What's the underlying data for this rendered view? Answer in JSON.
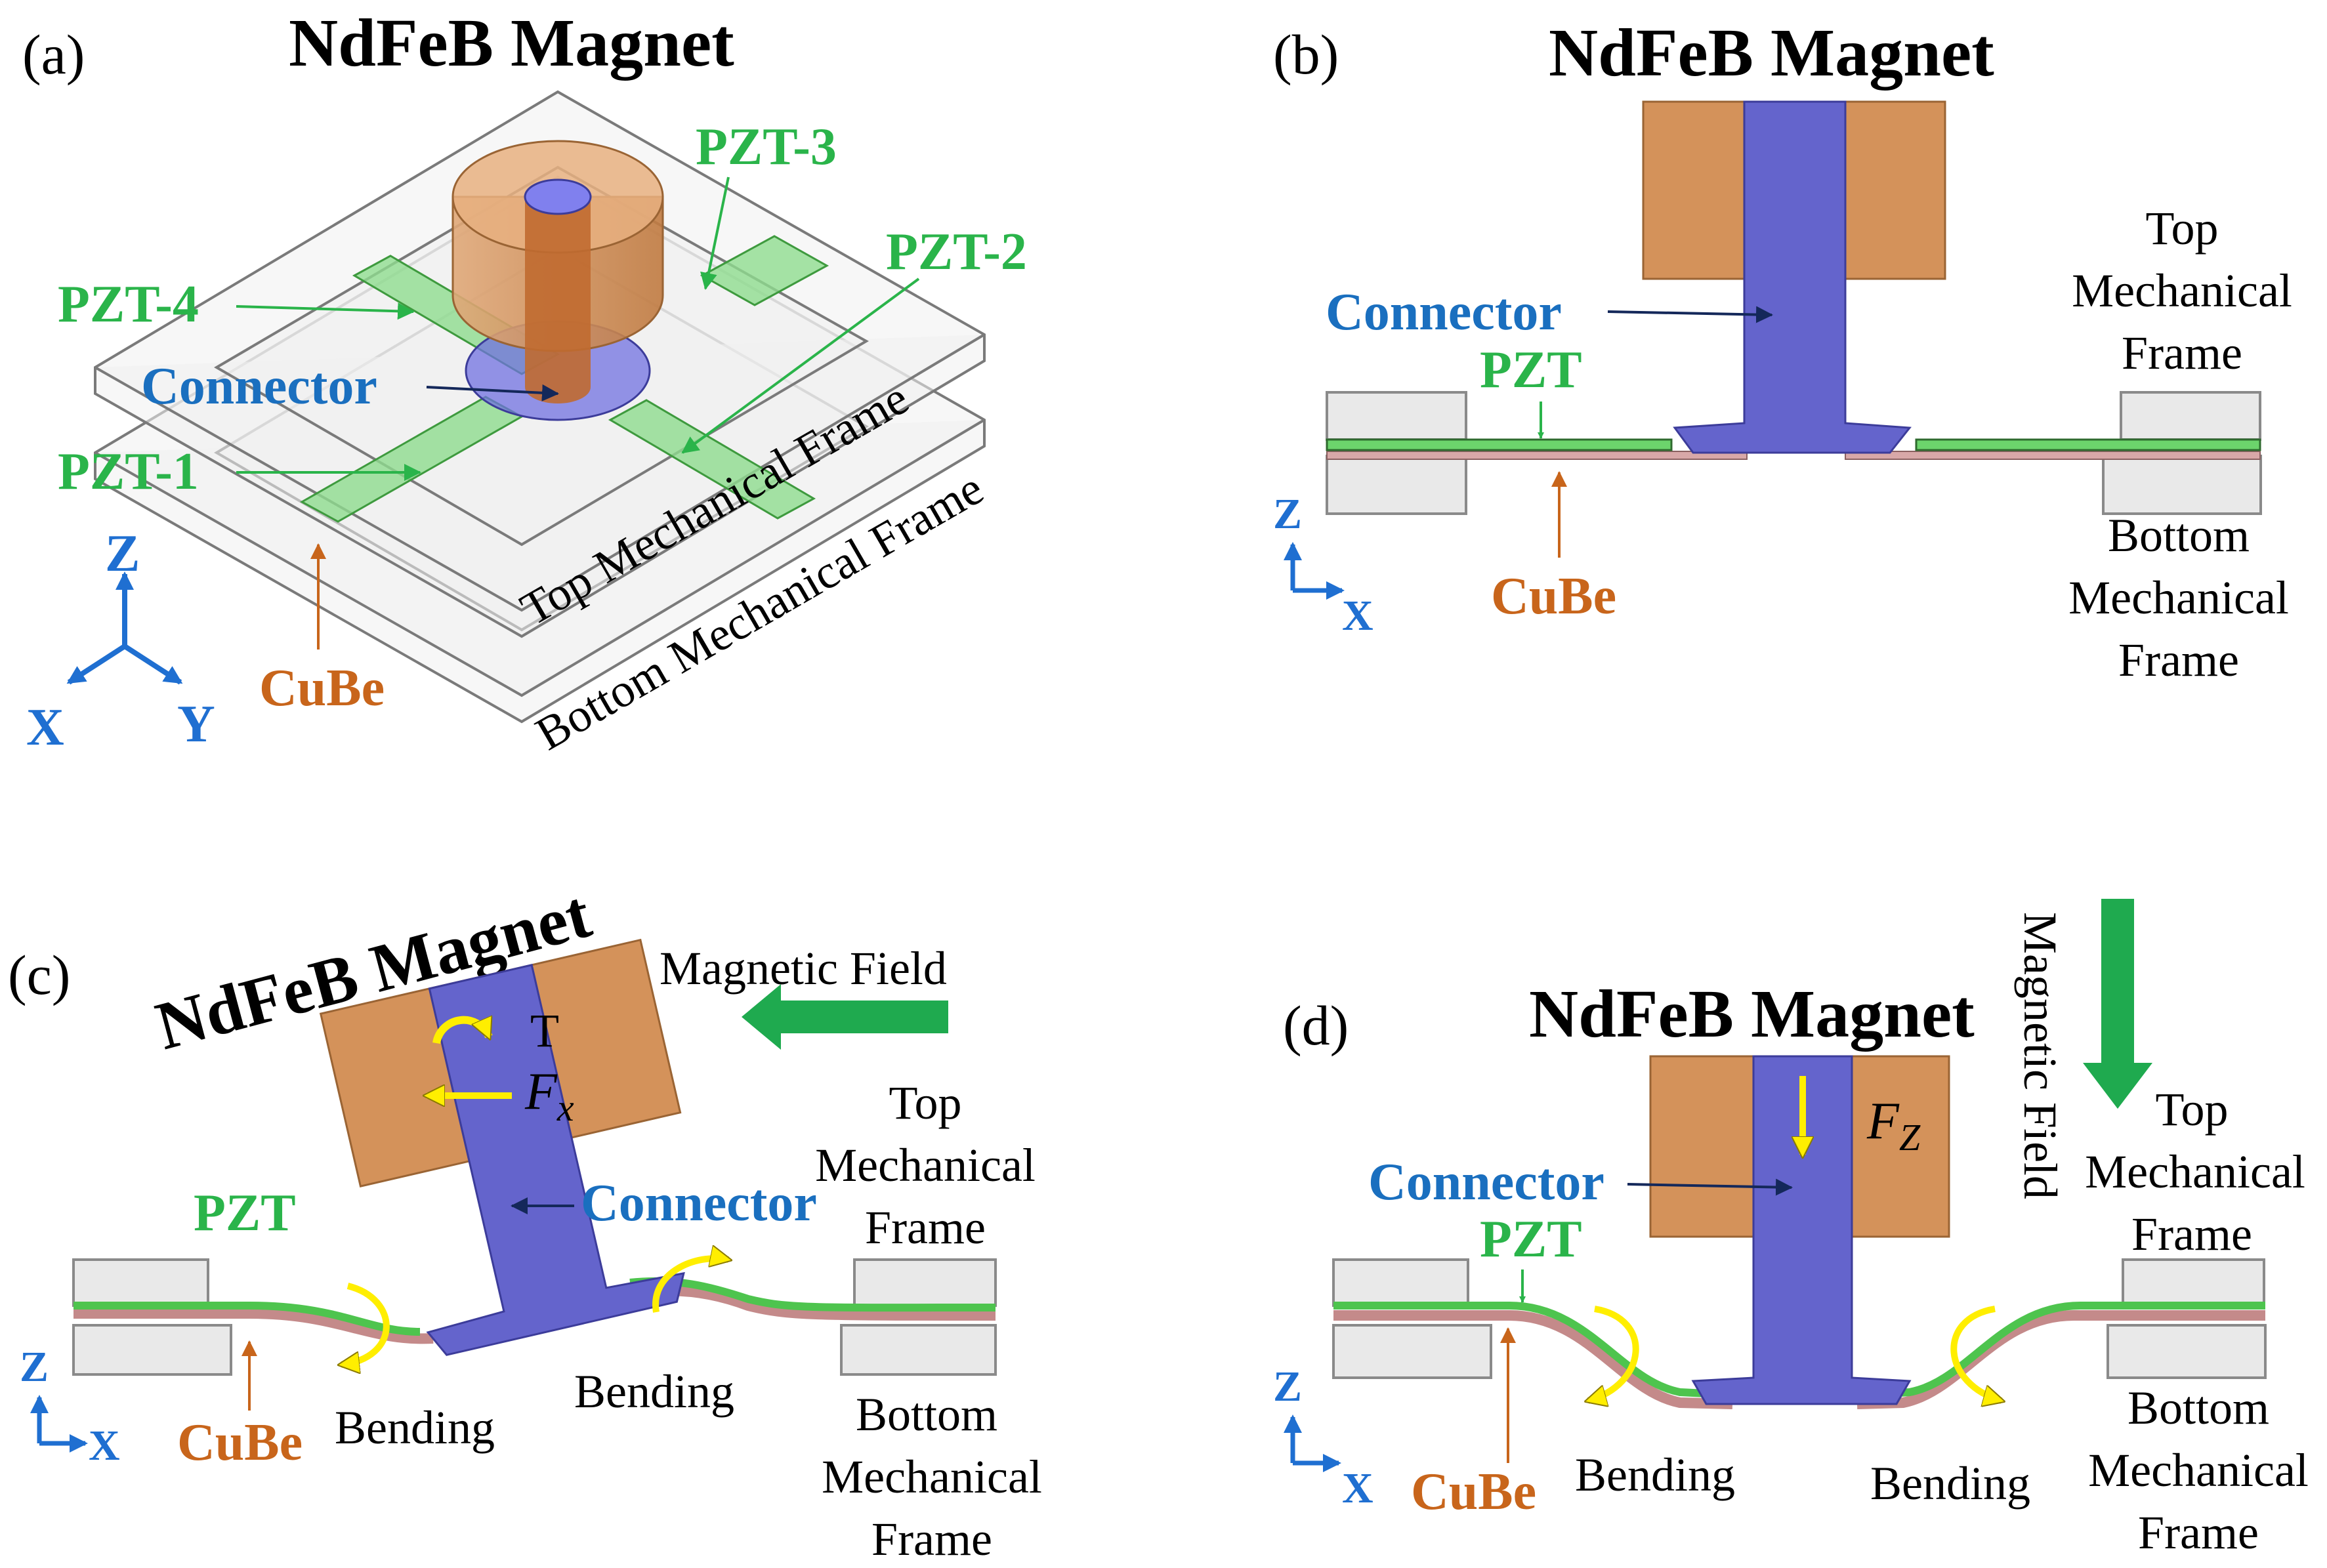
{
  "panels": {
    "a": {
      "label": "(a)",
      "title": "NdFeB Magnet",
      "pzt3": "PZT-3",
      "pzt2": "PZT-2",
      "pzt4": "PZT-4",
      "pzt1": "PZT-1",
      "connector": "Connector",
      "top_frame": "Top Mechanical Frame",
      "bottom_frame": "Bottom Mechanical Frame",
      "cube": "CuBe",
      "axis_z": "Z",
      "axis_x": "X",
      "axis_y": "Y"
    },
    "b": {
      "label": "(b)",
      "title": "NdFeB Magnet",
      "connector": "Connector",
      "pzt": "PZT",
      "cube": "CuBe",
      "top_frame_1": "Top",
      "top_frame_2": "Mechanical",
      "top_frame_3": "Frame",
      "bottom_frame_1": "Bottom",
      "bottom_frame_2": "Mechanical",
      "bottom_frame_3": "Frame",
      "axis_z": "Z",
      "axis_x": "X"
    },
    "c": {
      "label": "(c)",
      "title": "NdFeB Magnet",
      "magnetic_field": "Magnetic Field",
      "torque": "T",
      "force_main": "F",
      "force_sub": "x",
      "pzt": "PZT",
      "connector": "Connector",
      "top_frame_1": "Top",
      "top_frame_2": "Mechanical",
      "top_frame_3": "Frame",
      "bending_left": "Bending",
      "bending_right": "Bending",
      "cube": "CuBe",
      "bottom_frame_1": "Bottom",
      "bottom_frame_2": "Mechanical",
      "bottom_frame_3": "Frame",
      "axis_z": "Z",
      "axis_x": "X"
    },
    "d": {
      "label": "(d)",
      "title": "NdFeB Magnet",
      "magnetic_field": "Magnetic Field",
      "force_main": "F",
      "force_sub": "Z",
      "connector": "Connector",
      "pzt": "PZT",
      "top_frame_1": "Top",
      "top_frame_2": "Mechanical",
      "top_frame_3": "Frame",
      "bending_left": "Bending",
      "bending_right": "Bending",
      "cube": "CuBe",
      "bottom_frame_1": "Bottom",
      "bottom_frame_2": "Mechanical",
      "bottom_frame_3": "Frame",
      "axis_z": "Z",
      "axis_x": "X"
    }
  },
  "colors": {
    "pzt_green": "#2ab44a",
    "connector_blue": "#1a6fbf",
    "cube_orange": "#c8651b",
    "magnet": "#d4925a",
    "connector_fill": "#6464cc",
    "field_arrow": "#1faa4f",
    "force_arrow": "#ffee00"
  }
}
